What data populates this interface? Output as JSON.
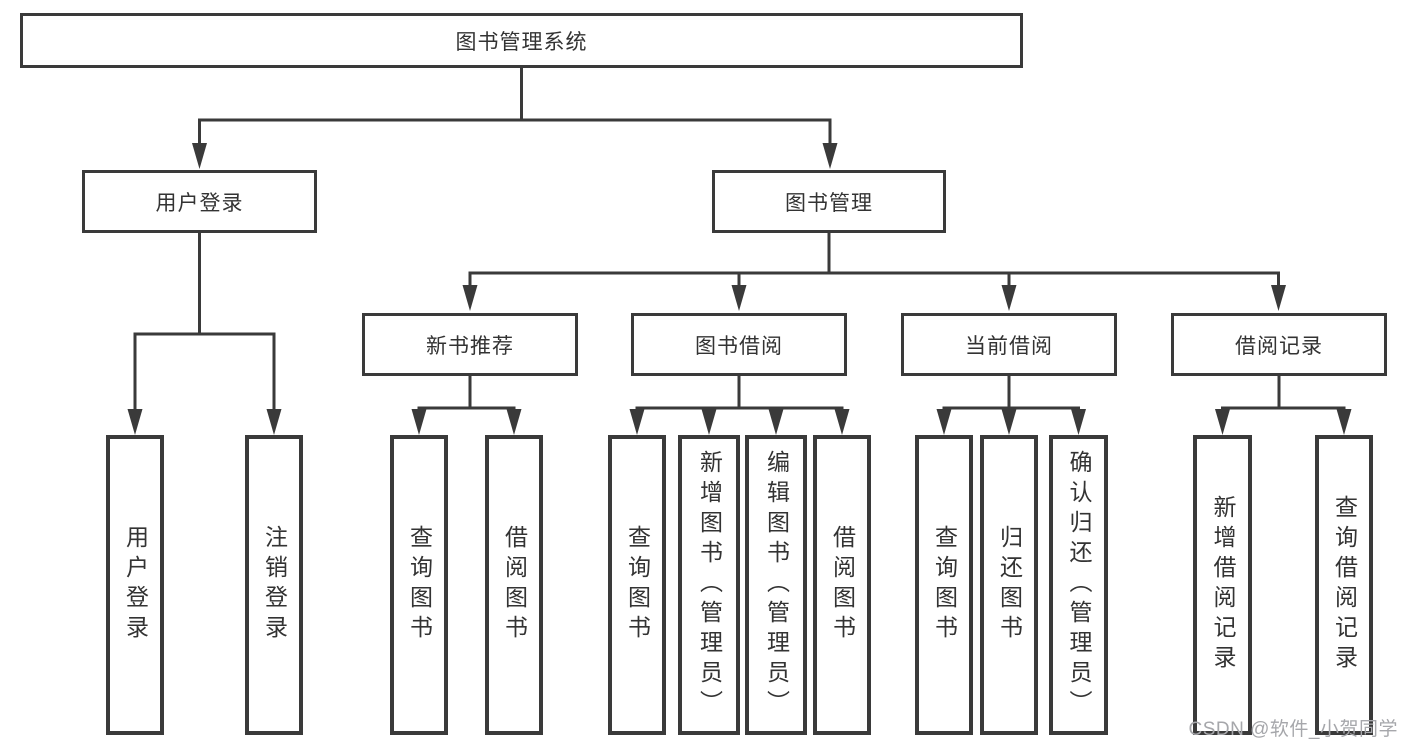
{
  "diagram": {
    "root": {
      "label": "图书管理系统"
    },
    "level2": [
      {
        "label": "用户登录",
        "parent": "图书管理系统"
      },
      {
        "label": "图书管理",
        "parent": "图书管理系统"
      }
    ],
    "level3": [
      {
        "label": "新书推荐",
        "parent": "图书管理"
      },
      {
        "label": "图书借阅",
        "parent": "图书管理"
      },
      {
        "label": "当前借阅",
        "parent": "图书管理"
      },
      {
        "label": "借阅记录",
        "parent": "图书管理"
      }
    ],
    "leaves": [
      {
        "label": "用户登录",
        "parent": "用户登录"
      },
      {
        "label": "注销登录",
        "parent": "用户登录"
      },
      {
        "label": "查询图书",
        "parent": "新书推荐"
      },
      {
        "label": "借阅图书",
        "parent": "新书推荐"
      },
      {
        "label": "查询图书",
        "parent": "图书借阅"
      },
      {
        "label": "新增图书（管理员）",
        "parent": "图书借阅"
      },
      {
        "label": "编辑图书（管理员）",
        "parent": "图书借阅"
      },
      {
        "label": "借阅图书",
        "parent": "图书借阅"
      },
      {
        "label": "查询图书",
        "parent": "当前借阅"
      },
      {
        "label": "归还图书",
        "parent": "当前借阅"
      },
      {
        "label": "确认归还（管理员）",
        "parent": "当前借阅"
      },
      {
        "label": "新增借阅记录",
        "parent": "借阅记录"
      },
      {
        "label": "查询借阅记录",
        "parent": "借阅记录"
      }
    ],
    "colors": {
      "line": "#3a3a3a",
      "text": "#333333",
      "watermark": "#a6a7ab",
      "background": "#ffffff"
    }
  },
  "watermark": {
    "text": "CSDN @软件_小贺同学"
  }
}
